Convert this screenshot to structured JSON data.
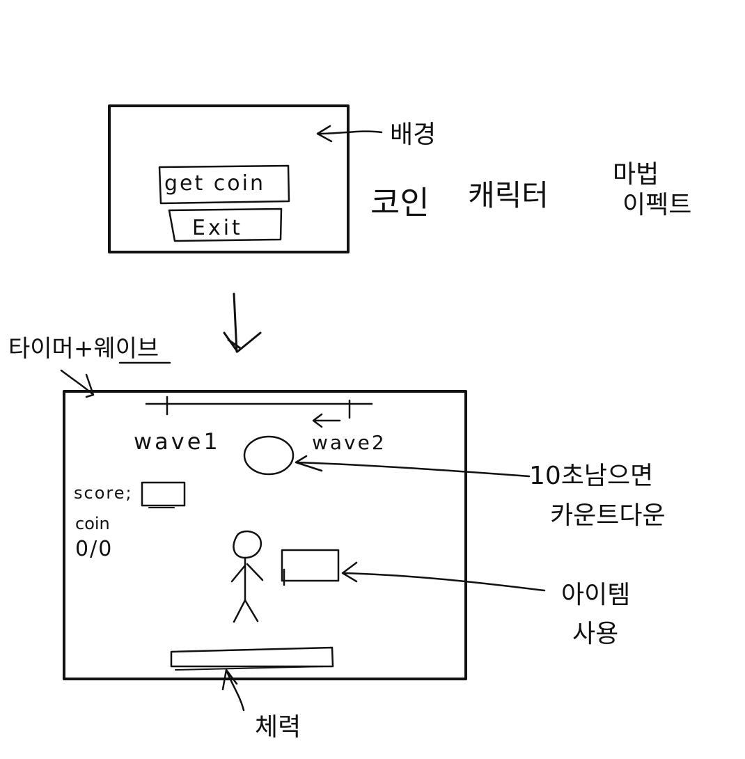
{
  "menu_screen": {
    "background_note": "배경",
    "start_button_label": "get coin",
    "exit_button_label": "Exit",
    "asset_notes": [
      "코인",
      "캐릭터",
      "마법",
      "이펙트"
    ]
  },
  "game_screen": {
    "timer_wave_note": "타이머+웨이브",
    "wave_labels": [
      "wave1",
      "wave2"
    ],
    "score_label": "score;",
    "coin_label": "coin",
    "coin_count": "0/0",
    "countdown_note": [
      "10초남으면",
      "카운트다운"
    ],
    "item_note": [
      "아이템",
      "사용"
    ],
    "stamina_note": "체력"
  }
}
